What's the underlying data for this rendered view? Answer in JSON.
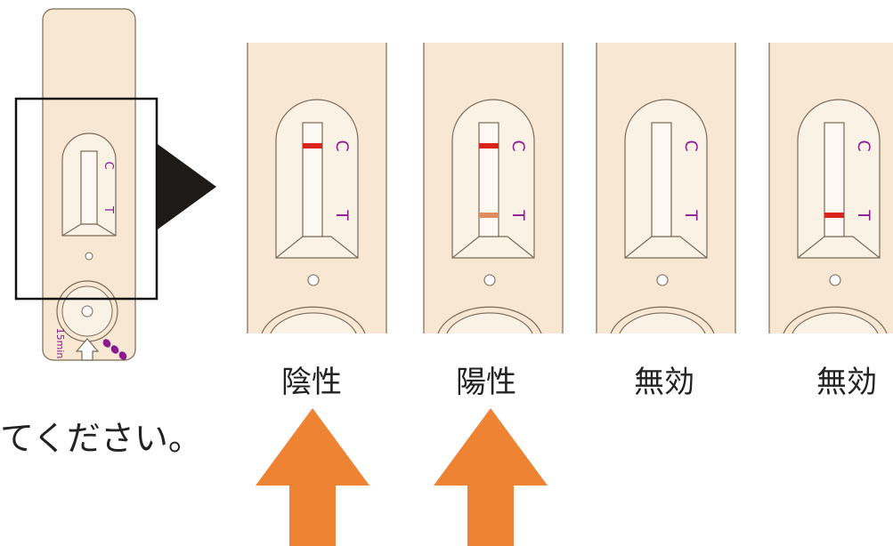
{
  "colors": {
    "cassette": "#f8e8d3",
    "outline": "#7a6a58",
    "control_line": "#d9231d",
    "test_line_positive": "#e08c60",
    "test_line_red": "#d9231d",
    "letters": "#8b1a8e",
    "arrow": "#ee8333",
    "pointer": "#1e1a18",
    "drops": "#8b1a8e"
  },
  "device": {
    "c_letter": "C",
    "t_letter": "T",
    "timer_label": "15min",
    "icons": [
      "sample-drop-icon",
      "insert-arrow-icon"
    ]
  },
  "results": [
    {
      "label": "陰性",
      "control_line": true,
      "test_line": false,
      "test_color": ""
    },
    {
      "label": "陽性",
      "control_line": true,
      "test_line": true,
      "test_color": "positive"
    },
    {
      "label": "無効",
      "control_line": false,
      "test_line": false,
      "test_color": ""
    },
    {
      "label": "無効",
      "control_line": false,
      "test_line": true,
      "test_color": "red"
    }
  ],
  "instruction_text": "てください。",
  "highlight_arrows": [
    "up-arrow-icon",
    "up-arrow-icon"
  ]
}
